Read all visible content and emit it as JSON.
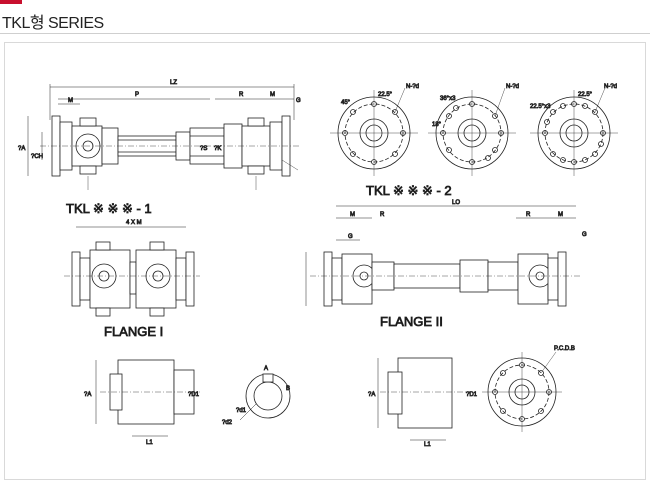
{
  "header": {
    "title": "TKL형 SERIES",
    "accent_color": "#c8102e"
  },
  "diagram": {
    "series_1_label": "TKL ※ ※ ※ - 1",
    "series_2_label": "TKL ※ ※ ※ - 2",
    "flange_1_label": "FLANGE I",
    "flange_2_label": "FLANGE II",
    "dims_top": {
      "lz": "LZ",
      "p": "P",
      "r": "R",
      "m": "M",
      "g": "G",
      "a": "?A",
      "ch": "?CH",
      "k": "?K",
      "s": "?S",
      "nd": "N-?d",
      "angle1": "22.5°",
      "angle2": "45°",
      "angle3": "36°x3",
      "angle4": "18°",
      "angle5": "22.5°x3",
      "pcd": "P.C.D.B"
    },
    "dims_bottom": {
      "lo": "LO",
      "m": "M",
      "r": "R",
      "g": "G",
      "fourxm": "4 X M",
      "a": "?A",
      "d1": "?D1",
      "l1": "L1",
      "d2": "?d2",
      "d1s": "?d1",
      "b": "B",
      "aa": "A",
      "pcd": "P.C.D.B"
    }
  }
}
